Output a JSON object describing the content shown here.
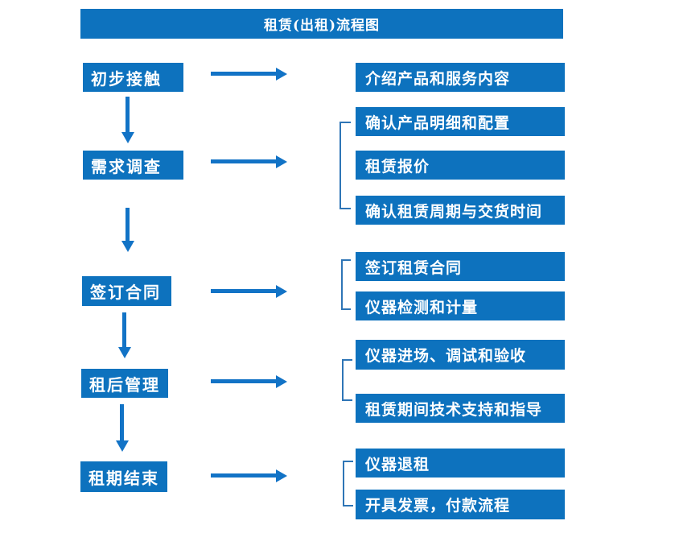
{
  "title": "租赁(出租)流程图",
  "colors": {
    "box": "#0d72be",
    "arrow": "#1273c6",
    "bracket": "#2e75b6",
    "text": "#ffffff",
    "background": "#ffffff"
  },
  "flow": [
    {
      "stage": "初步接触",
      "details": [
        "介绍产品和服务内容"
      ]
    },
    {
      "stage": "需求调查",
      "details": [
        "确认产品明细和配置",
        "租赁报价",
        "确认租赁周期与交货时间"
      ]
    },
    {
      "stage": "签订合同",
      "details": [
        "签订租赁合同",
        "仪器检测和计量"
      ]
    },
    {
      "stage": "租后管理",
      "details": [
        "仪器进场、调试和验收",
        "租赁期间技术支持和指导"
      ]
    },
    {
      "stage": "租期结束",
      "details": [
        "仪器退租",
        "开具发票，付款流程"
      ]
    }
  ]
}
